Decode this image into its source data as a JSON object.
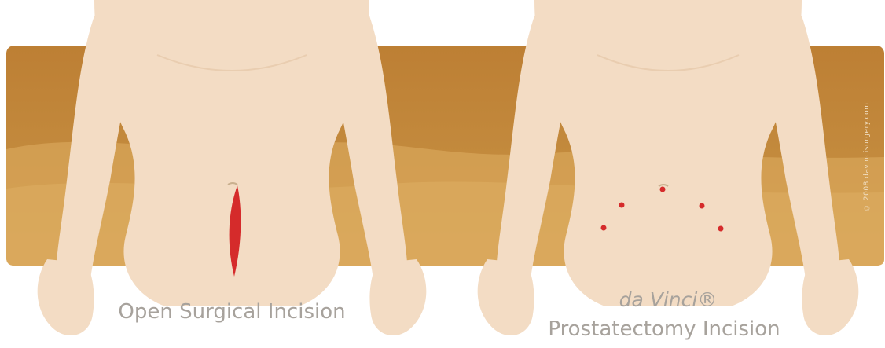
{
  "captions": {
    "left": "Open Surgical Incision",
    "right_line1": "da Vinci®",
    "right_line2": "Prostatectomy Incision"
  },
  "copyright": "© 2008 davincisurgery.com",
  "colors": {
    "band": "#c28a3d",
    "band_dark": "#b67a31",
    "sand": "#d8a457",
    "skin": "#f3dcc4",
    "skin_shadow": "#efd3b6",
    "incision": "#d52b2b",
    "caption_text": "#a7a29c"
  }
}
